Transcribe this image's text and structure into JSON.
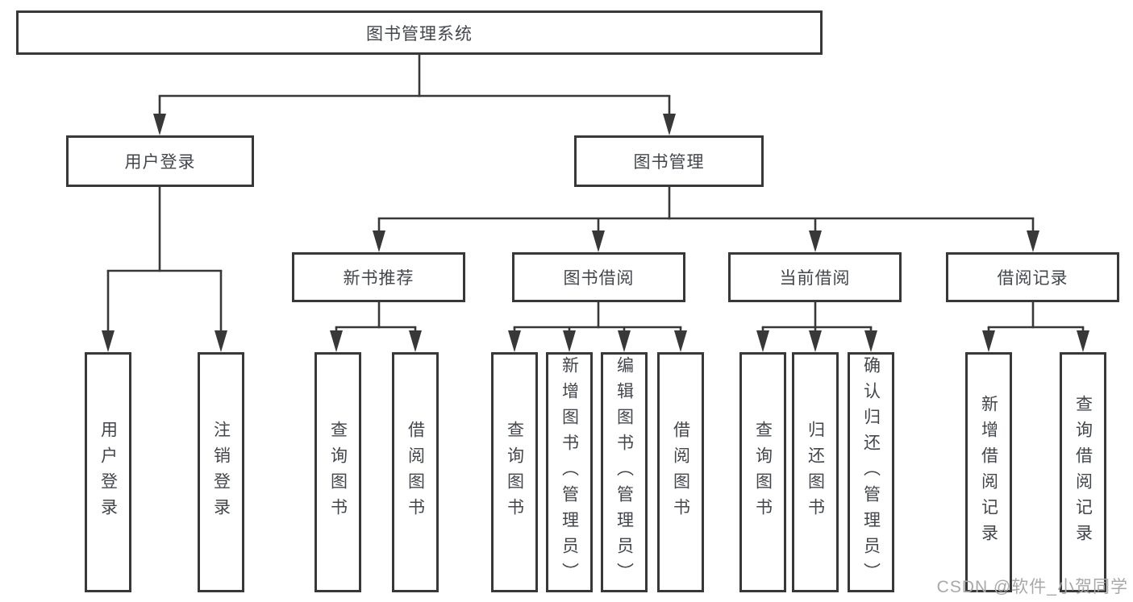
{
  "tree": {
    "root": {
      "label": "图书管理系统",
      "children": [
        {
          "label": "用户登录",
          "children": [
            {
              "label": "用户登录"
            },
            {
              "label": "注销登录"
            }
          ]
        },
        {
          "label": "图书管理",
          "children": [
            {
              "label": "新书推荐",
              "children": [
                {
                  "label": "查询图书"
                },
                {
                  "label": "借阅图书"
                }
              ]
            },
            {
              "label": "图书借阅",
              "children": [
                {
                  "label": "查询图书"
                },
                {
                  "label": "新增图书（管理员）"
                },
                {
                  "label": "编辑图书（管理员）"
                },
                {
                  "label": "借阅图书"
                }
              ]
            },
            {
              "label": "当前借阅",
              "children": [
                {
                  "label": "查询图书"
                },
                {
                  "label": "归还图书"
                },
                {
                  "label": "确认归还（管理员）"
                }
              ]
            },
            {
              "label": "借阅记录",
              "children": [
                {
                  "label": "新增借阅记录"
                },
                {
                  "label": "查询借阅记录"
                }
              ]
            }
          ]
        }
      ]
    }
  },
  "watermark": {
    "text": "CSDN @软件_小贺同学"
  },
  "colors": {
    "line": "#383838",
    "text": "#43464b",
    "watermark": "#a8a8a8"
  }
}
